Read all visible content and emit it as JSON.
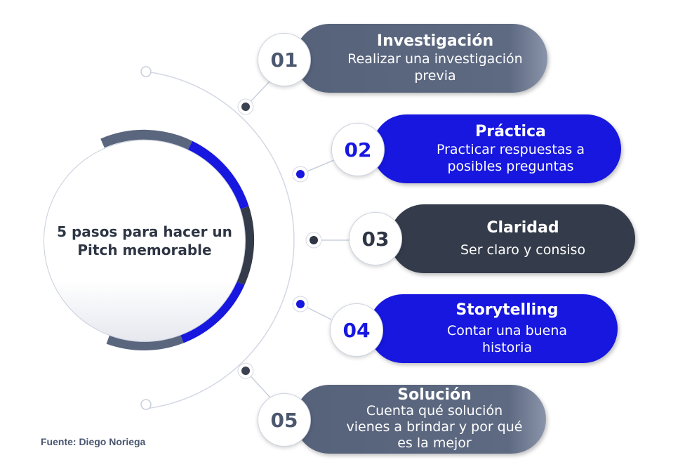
{
  "hub": {
    "title": "5 pasos para hacer un Pitch memorable"
  },
  "colors": {
    "slate": "#5a667e",
    "blue": "#1717e0",
    "dark": "#343b4a"
  },
  "steps": [
    {
      "number": "01",
      "title": "Investigación",
      "description": "Realizar una investigación previa"
    },
    {
      "number": "02",
      "title": "Práctica",
      "description": "Practicar respuestas a posibles preguntas"
    },
    {
      "number": "03",
      "title": "Claridad",
      "description": "Ser claro y consiso"
    },
    {
      "number": "04",
      "title": "Storytelling",
      "description": "Contar una buena historia"
    },
    {
      "number": "05",
      "title": "Solución",
      "description": "Cuenta qué solución vienes a brindar y por qué es la mejor"
    }
  ],
  "source": "Fuente: Diego Noriega"
}
